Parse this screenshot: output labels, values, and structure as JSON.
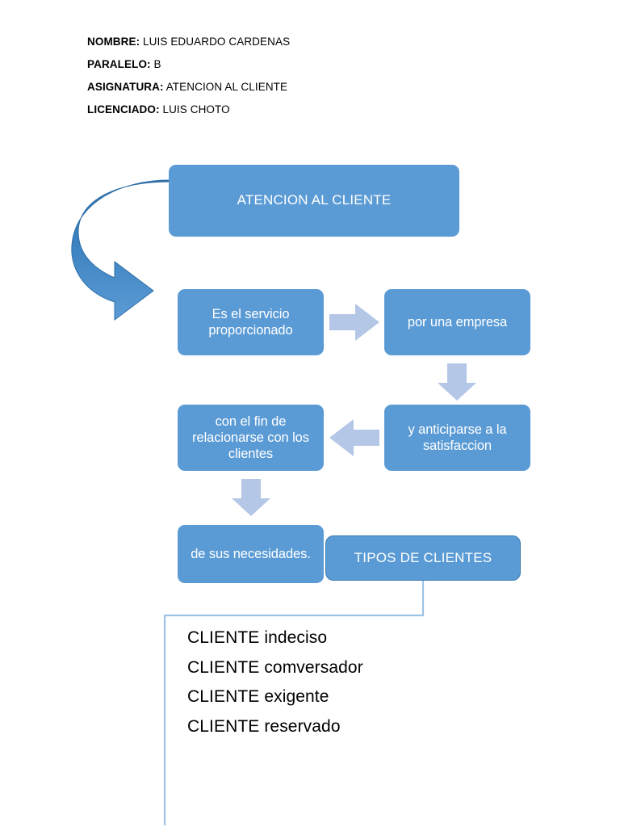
{
  "document": {
    "header": {
      "lines": [
        {
          "key": "NOMBRE:",
          "value": " LUIS EDUARDO CARDENAS"
        },
        {
          "key": "PARALELO:",
          "value": " B"
        },
        {
          "key": "ASIGNATURA:",
          "value": " ATENCION AL CLIENTE"
        },
        {
          "key": "LICENCIADO:",
          "value": " LUIS CHOTO"
        }
      ]
    },
    "diagram": {
      "title_node": "ATENCION AL CLIENTE",
      "nodes": [
        {
          "id": "servicio",
          "text": "Es el servicio proporcionado"
        },
        {
          "id": "empresa",
          "text": "por una empresa"
        },
        {
          "id": "anticipar",
          "text": "y anticiparse a la satisfaccion"
        },
        {
          "id": "relacion",
          "text": "con el fin de relacionarse con los clientes"
        },
        {
          "id": "necesidad",
          "text": "de sus necesidades."
        }
      ],
      "tipos_node": "TIPOS DE CLIENTES",
      "arrows": [
        {
          "id": "curved-loop-arrow",
          "direction": "curved-down-right"
        },
        {
          "id": "arrow-right-1",
          "direction": "right"
        },
        {
          "id": "arrow-down-1",
          "direction": "down"
        },
        {
          "id": "arrow-left-1",
          "direction": "left"
        },
        {
          "id": "arrow-down-2",
          "direction": "down"
        }
      ],
      "colors": {
        "node_fill": "#5B9BD5",
        "node_text": "#FFFFFF",
        "arrow_fill": "#B4C7E7",
        "curved_arrow_top": "#2E75B6",
        "curved_arrow_bottom": "#5B9BD5",
        "connector_line": "#9DC3E6",
        "tipos_border": "#3E7CB1"
      }
    },
    "client_list": {
      "items": [
        "CLIENTE indeciso",
        "CLIENTE comversador",
        "CLIENTE exigente",
        "CLIENTE reservado"
      ]
    }
  }
}
